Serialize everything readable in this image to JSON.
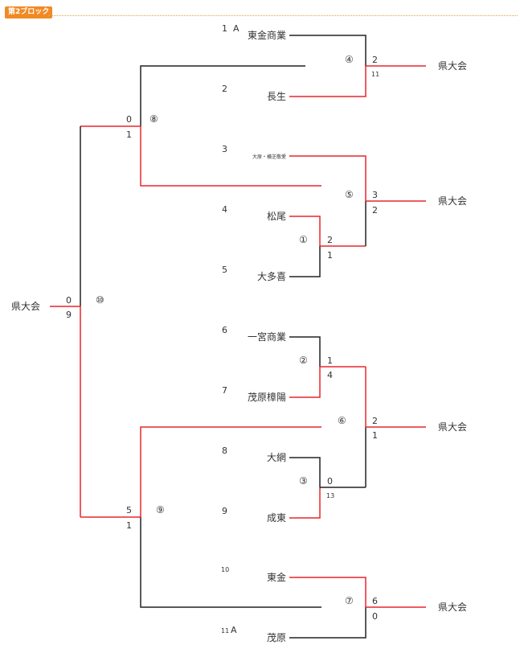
{
  "header": {
    "block_label": "第2ブロック"
  },
  "bracket": {
    "teams": [
      {
        "seed": "1",
        "tag": "A",
        "name": "東金商業"
      },
      {
        "seed": "2",
        "tag": "",
        "name": "長生"
      },
      {
        "seed": "3",
        "tag": "",
        "name": "大原・横芝敬愛"
      },
      {
        "seed": "4",
        "tag": "",
        "name": "松尾"
      },
      {
        "seed": "5",
        "tag": "",
        "name": "大多喜"
      },
      {
        "seed": "6",
        "tag": "",
        "name": "一宮商業"
      },
      {
        "seed": "7",
        "tag": "",
        "name": "茂原樟陽"
      },
      {
        "seed": "8",
        "tag": "",
        "name": "大網"
      },
      {
        "seed": "9",
        "tag": "",
        "name": "成東"
      },
      {
        "seed": "10",
        "tag": "",
        "name": "東金"
      },
      {
        "seed": "11",
        "tag": "A",
        "name": "茂原"
      }
    ],
    "games": [
      {
        "no": "①",
        "scores": [
          "2",
          "1"
        ]
      },
      {
        "no": "②",
        "scores": [
          "1",
          "4"
        ]
      },
      {
        "no": "③",
        "scores": [
          "0",
          "13"
        ]
      },
      {
        "no": "④",
        "scores": [
          "2",
          "11"
        ]
      },
      {
        "no": "⑤",
        "scores": [
          "3",
          "2"
        ]
      },
      {
        "no": "⑥",
        "scores": [
          "2",
          "1"
        ]
      },
      {
        "no": "⑦",
        "scores": [
          "6",
          "0"
        ]
      },
      {
        "no": "⑧",
        "scores": [
          "0",
          "1"
        ]
      },
      {
        "no": "⑨",
        "scores": [
          "5",
          "1"
        ]
      },
      {
        "no": "⑩",
        "scores": [
          "0",
          "9"
        ]
      }
    ],
    "advance_label": "県大会",
    "colors": {
      "winner_line": "#e8272b",
      "loser_line": "#222222",
      "accent": "#f08a24"
    }
  }
}
